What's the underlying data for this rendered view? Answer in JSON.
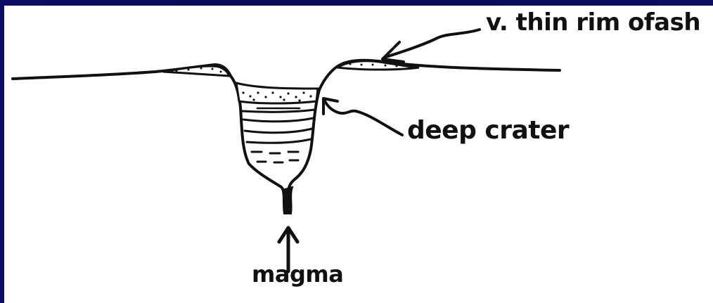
{
  "diagram": {
    "labels": {
      "thin_rim": "v. thin rim ofash",
      "deep_crater": "deep crater",
      "magma": "magma"
    },
    "colors": {
      "background": "#0b0b5a",
      "paper": "#ffffff",
      "ink": "#111111"
    }
  }
}
